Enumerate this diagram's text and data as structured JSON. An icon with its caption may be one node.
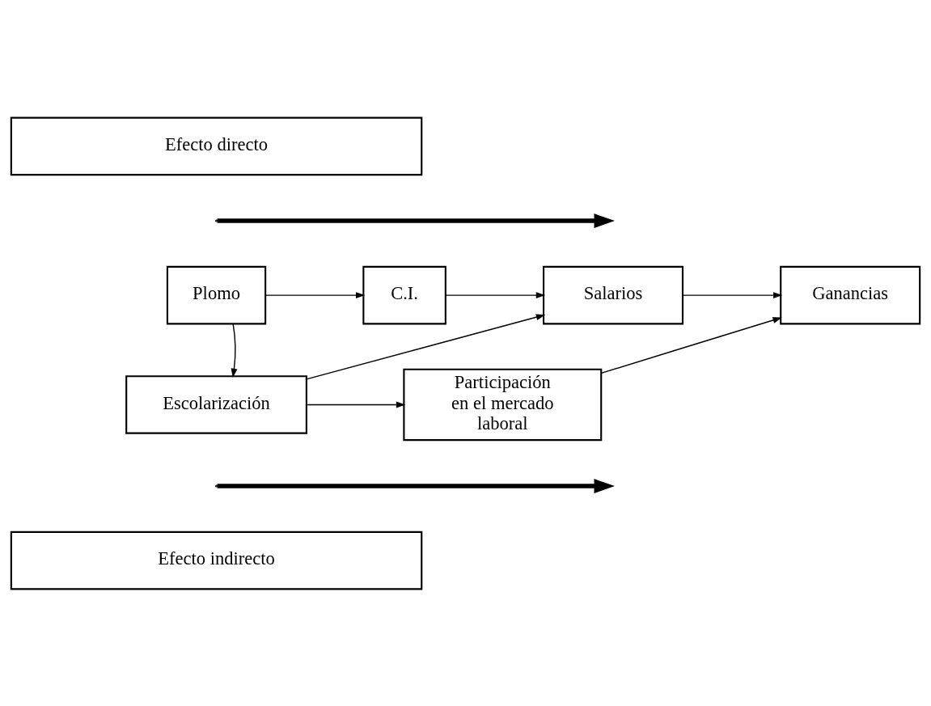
{
  "diagram": {
    "nodes": [
      {
        "text": [
          "Efecto directo"
        ]
      },
      {
        "text": [
          "Plomo"
        ]
      },
      {
        "text": [
          "C.I."
        ]
      },
      {
        "text": [
          "Salarios"
        ]
      },
      {
        "text": [
          "Ganancias"
        ]
      },
      {
        "text": [
          "Escolarización"
        ]
      },
      {
        "text": [
          "Participación en el mercado laboral"
        ]
      },
      {
        "text": [
          "Efecto indirecto"
        ]
      }
    ],
    "edges": [
      {
        "from": 1,
        "to": 2,
        "arrow": "to"
      },
      {
        "from": 2,
        "to": 3,
        "arrow": "to"
      },
      {
        "from": 3,
        "to": 4,
        "arrow": "to"
      },
      {
        "from": 1,
        "to": 5,
        "arrow": "to"
      },
      {
        "from": 5,
        "to": 3,
        "arrow": "to"
      },
      {
        "from": 5,
        "to": 6,
        "arrow": "to"
      },
      {
        "from": 6,
        "to": 4,
        "arrow": "to"
      }
    ]
  }
}
